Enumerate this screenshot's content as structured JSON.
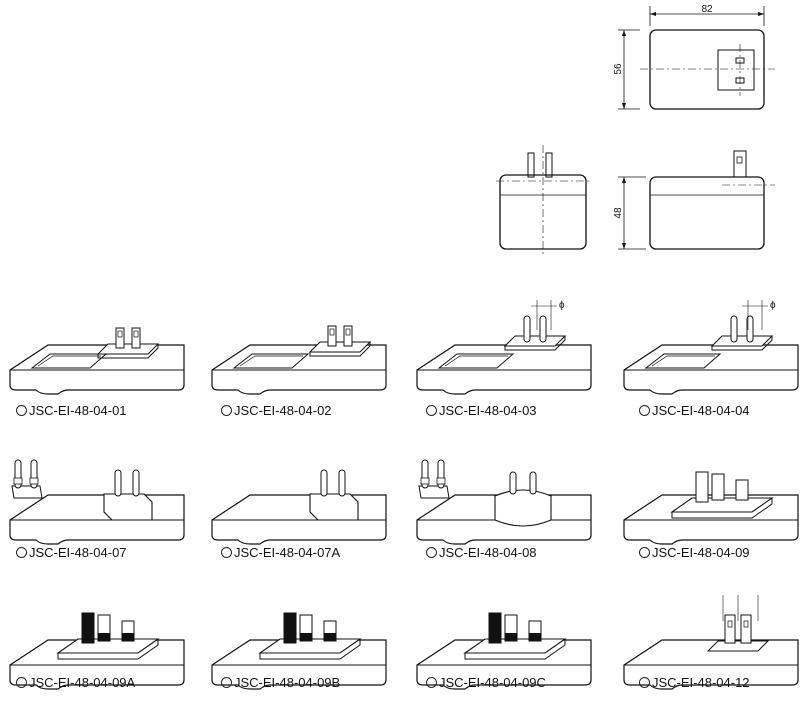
{
  "dimensions": {
    "width_label": "82",
    "height_label": "56",
    "depth_label": "48",
    "phi_symbol": "ϕ"
  },
  "plugs": [
    {
      "model": "JSC-EI-48-04-01",
      "variant": "US-flat-a"
    },
    {
      "model": "JSC-EI-48-04-02",
      "variant": "US-flat-b"
    },
    {
      "model": "JSC-EI-48-04-03",
      "variant": "round-pins"
    },
    {
      "model": "JSC-EI-48-04-04",
      "variant": "round-pins-b"
    },
    {
      "model": "JSC-EI-48-04-07",
      "variant": "euro-with-accessory"
    },
    {
      "model": "JSC-EI-48-04-07A",
      "variant": "euro"
    },
    {
      "model": "JSC-EI-48-04-08",
      "variant": "schuko-with-accessory"
    },
    {
      "model": "JSC-EI-48-04-09",
      "variant": "uk"
    },
    {
      "model": "JSC-EI-48-04-09A",
      "variant": "uk-dark-a"
    },
    {
      "model": "JSC-EI-48-04-09B",
      "variant": "uk-dark-b"
    },
    {
      "model": "JSC-EI-48-04-09C",
      "variant": "uk-dark-c"
    },
    {
      "model": "JSC-EI-48-04-12",
      "variant": "au"
    }
  ]
}
